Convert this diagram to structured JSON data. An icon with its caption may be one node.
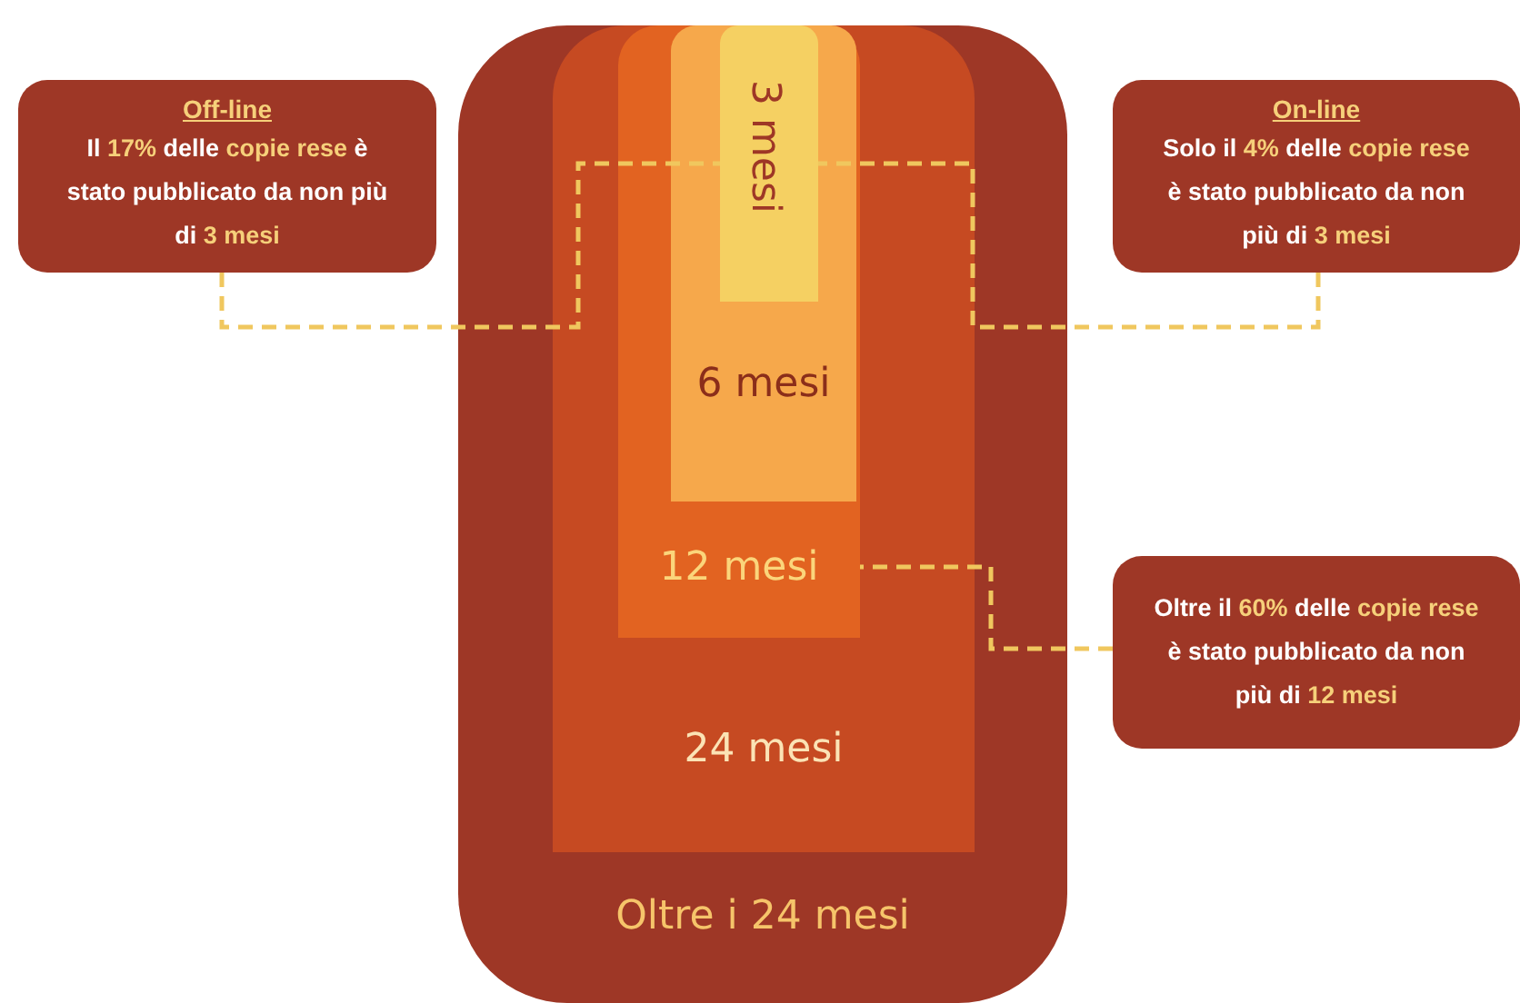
{
  "diagram": {
    "nodes": [
      {
        "text": [
          "Oltre i 24 mesi"
        ]
      },
      {
        "text": [
          "24 mesi"
        ],
        "in": 0
      },
      {
        "text": [
          "12 mesi"
        ],
        "in": 1
      },
      {
        "text": [
          "6 mesi"
        ],
        "in": 2
      },
      {
        "text": [
          "3 mesi"
        ],
        "in": 3
      },
      {
        "text": [
          "Off-line",
          "Il **17%** delle **copie rese** è stato pubblicato da non più di **3 mesi**"
        ]
      },
      {
        "text": [
          "On-line",
          "Solo il **4%** delle **copie rese** è stato pubblicato da non più di **3 mesi**"
        ]
      },
      {
        "text": [
          "Oltre il **60%** delle **copie rese** è stato pubblicato da non più di **12 mesi**"
        ]
      }
    ],
    "edges": [
      {
        "from": 5,
        "to": 4,
        "arrow": "none",
        "style": "dashed"
      },
      {
        "from": 6,
        "to": 4,
        "arrow": "none",
        "style": "dashed"
      },
      {
        "from": 7,
        "to": 2,
        "arrow": "none",
        "style": "dashed"
      }
    ]
  }
}
